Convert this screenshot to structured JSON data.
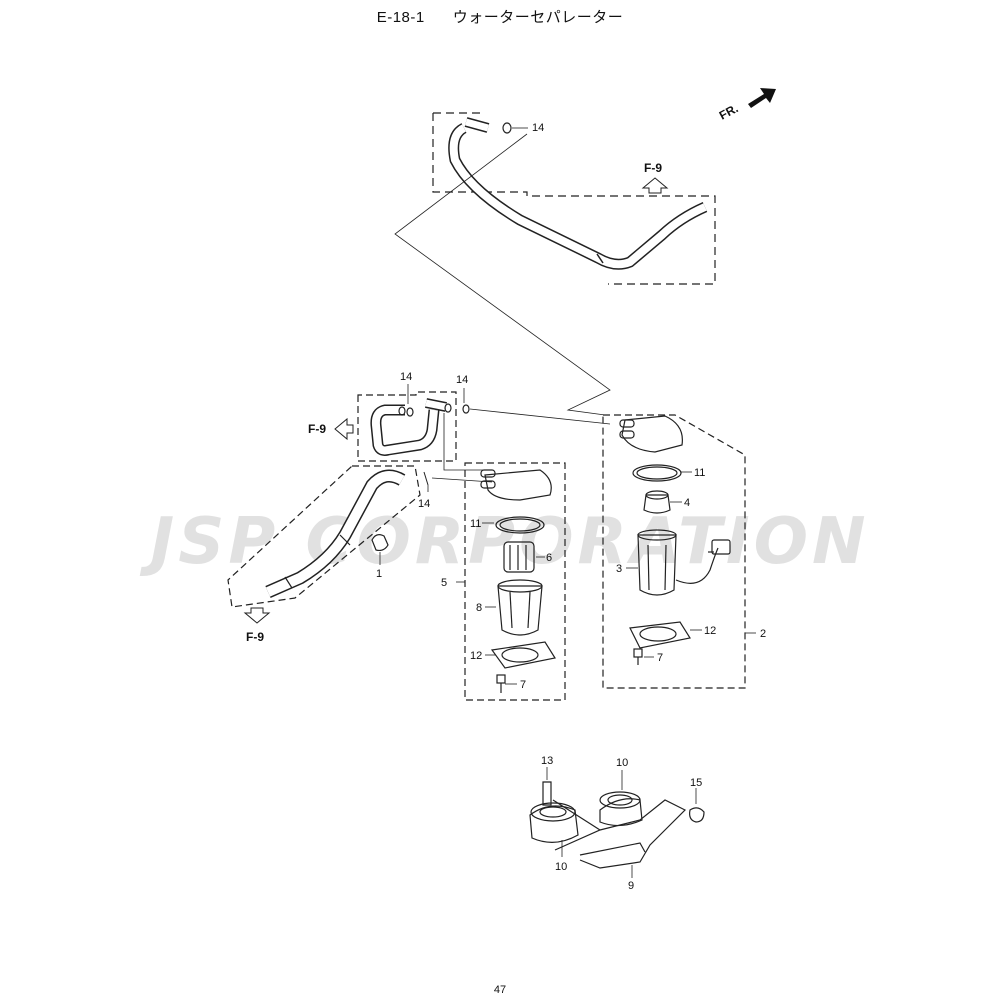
{
  "title": {
    "code": "E-18-1",
    "name": "ウォーターセパレーター"
  },
  "page_number": "47",
  "watermark": "JSP CORPORATION",
  "direction_label": "FR.",
  "reference_label": "F-9",
  "callouts": {
    "c1": "1",
    "c2": "2",
    "c3": "3",
    "c4": "4",
    "c5": "5",
    "c6": "6",
    "c7": "7",
    "c8": "8",
    "c9": "9",
    "c10": "10",
    "c11": "11",
    "c12": "12",
    "c13": "13",
    "c14": "14",
    "c15": "15"
  }
}
